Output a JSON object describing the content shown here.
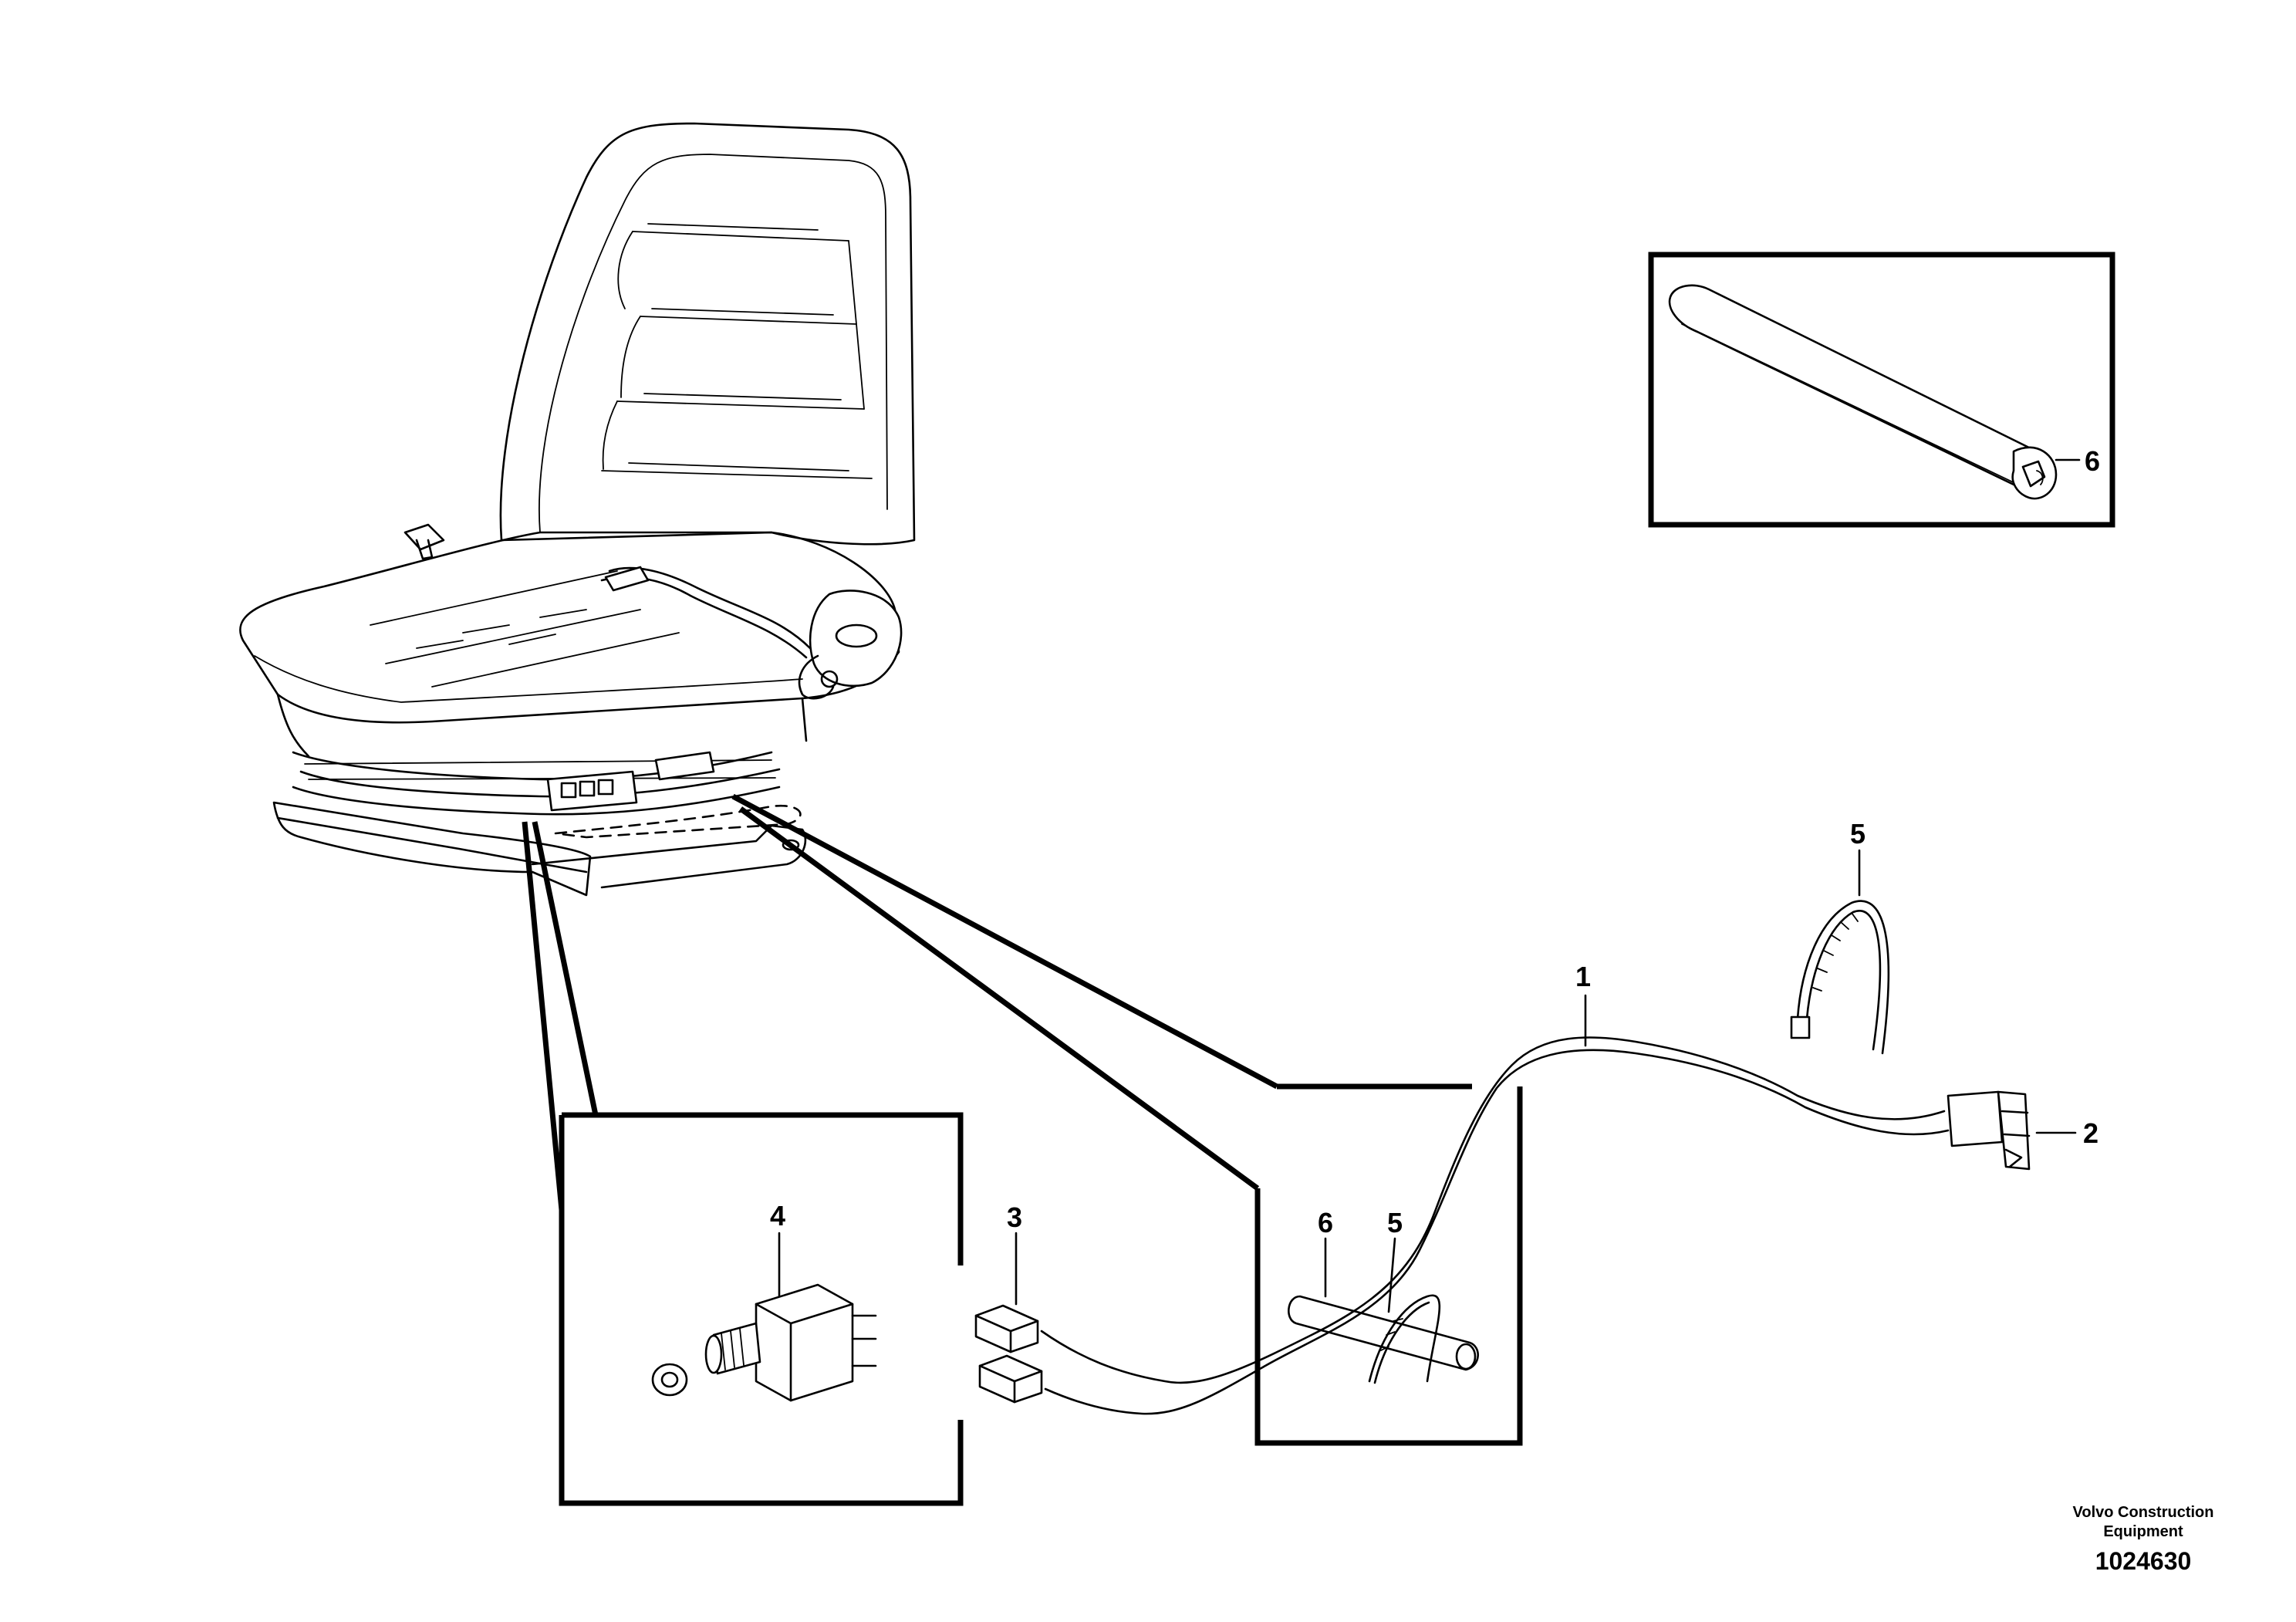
{
  "callouts": {
    "cable_harness": "1",
    "connector": "2",
    "terminals": "3",
    "switch": "4",
    "cable_tie_detail": "5",
    "cable_tie_view": "5",
    "edge_protector_detail": "6",
    "edge_protector_view": "6"
  },
  "footer": {
    "brand_line1": "Volvo Construction",
    "brand_line2": "Equipment",
    "figure_number": "1024630"
  }
}
